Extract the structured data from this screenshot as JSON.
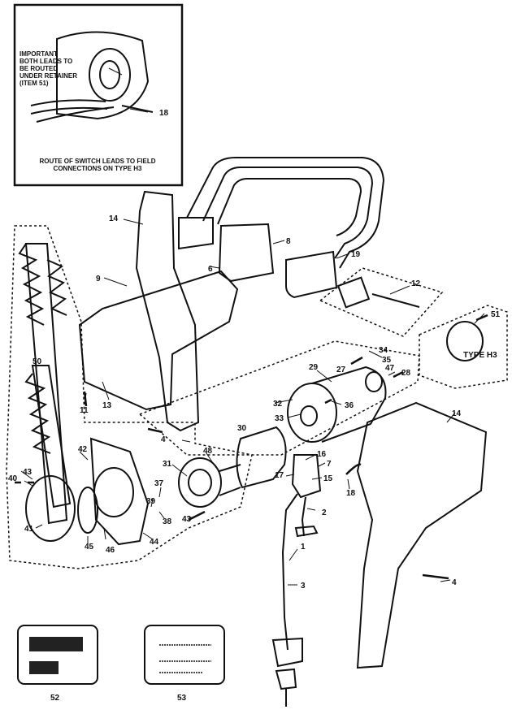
{
  "inset": {
    "note_lines": [
      "IMPORTANT",
      "BOTH LEADS TO",
      "BE ROUTED",
      "UNDER RETAINER",
      "(ITEM 51)"
    ],
    "caption_lines": [
      "ROUTE OF SWITCH LEADS TO FIELD",
      "CONNECTIONS ON TYPE H3"
    ],
    "part": "18"
  },
  "type_label": "TYPE H3",
  "labels_box": {
    "left": "52",
    "right": "53"
  },
  "parts": [
    {
      "id": "p14a",
      "text": "14"
    },
    {
      "id": "p8",
      "text": "8"
    },
    {
      "id": "p6",
      "text": "6"
    },
    {
      "id": "p19",
      "text": "19"
    },
    {
      "id": "p9",
      "text": "9"
    },
    {
      "id": "p12",
      "text": "12"
    },
    {
      "id": "p51",
      "text": "51"
    },
    {
      "id": "p50",
      "text": "50"
    },
    {
      "id": "p34",
      "text": "34"
    },
    {
      "id": "p35",
      "text": "35"
    },
    {
      "id": "p27",
      "text": "27"
    },
    {
      "id": "p47",
      "text": "47"
    },
    {
      "id": "p28",
      "text": "28"
    },
    {
      "id": "p29",
      "text": "29"
    },
    {
      "id": "p13",
      "text": "13"
    },
    {
      "id": "p11",
      "text": "11"
    },
    {
      "id": "p32",
      "text": "32"
    },
    {
      "id": "p36",
      "text": "36"
    },
    {
      "id": "p33",
      "text": "33"
    },
    {
      "id": "p14b",
      "text": "14"
    },
    {
      "id": "p30",
      "text": "30"
    },
    {
      "id": "p4a",
      "text": "4"
    },
    {
      "id": "p42",
      "text": "42"
    },
    {
      "id": "p48",
      "text": "48"
    },
    {
      "id": "p16",
      "text": "16"
    },
    {
      "id": "p7",
      "text": "7"
    },
    {
      "id": "p31",
      "text": "31"
    },
    {
      "id": "p17",
      "text": "17"
    },
    {
      "id": "p15",
      "text": "15"
    },
    {
      "id": "p40",
      "text": "40"
    },
    {
      "id": "p43a",
      "text": "43"
    },
    {
      "id": "p18",
      "text": "18"
    },
    {
      "id": "p37",
      "text": "37"
    },
    {
      "id": "p2",
      "text": "2"
    },
    {
      "id": "p39",
      "text": "39"
    },
    {
      "id": "p38",
      "text": "38"
    },
    {
      "id": "p43b",
      "text": "43"
    },
    {
      "id": "p41",
      "text": "41"
    },
    {
      "id": "p44",
      "text": "44"
    },
    {
      "id": "p45",
      "text": "45"
    },
    {
      "id": "p46",
      "text": "46"
    },
    {
      "id": "p1",
      "text": "1"
    },
    {
      "id": "p3",
      "text": "3"
    },
    {
      "id": "p4b",
      "text": "4"
    }
  ]
}
